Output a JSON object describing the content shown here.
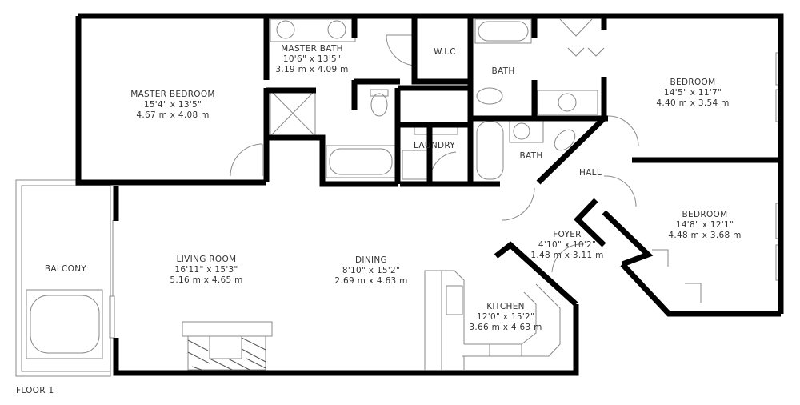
{
  "floor_label": "FLOOR 1",
  "colors": {
    "wall": "#000000",
    "fixture": "#888888",
    "text": "#333333",
    "background": "#ffffff"
  },
  "rooms": [
    {
      "id": "master_bedroom",
      "name": "MASTER BEDROOM",
      "imperial": "15'4\" x 13'5\"",
      "metric": "4.67 m x 4.08 m"
    },
    {
      "id": "master_bath",
      "name": "MASTER BATH",
      "imperial": "10'6\" x 13'5\"",
      "metric": "3.19 m x 4.09 m"
    },
    {
      "id": "wic",
      "name": "W.I.C"
    },
    {
      "id": "bath1",
      "name": "BATH"
    },
    {
      "id": "bedroom1",
      "name": "BEDROOM",
      "imperial": "14'5\" x 11'7\"",
      "metric": "4.40 m x 3.54 m"
    },
    {
      "id": "laundry",
      "name": "LAUNDRY"
    },
    {
      "id": "bath2",
      "name": "BATH"
    },
    {
      "id": "hall",
      "name": "HALL"
    },
    {
      "id": "bedroom2",
      "name": "BEDROOM",
      "imperial": "14'8\" x 12'1\"",
      "metric": "4.48 m x 3.68 m"
    },
    {
      "id": "foyer",
      "name": "FOYER",
      "imperial": "4'10\" x 10'2\"",
      "metric": "1.48 m x 3.11 m"
    },
    {
      "id": "balcony",
      "name": "BALCONY"
    },
    {
      "id": "living_room",
      "name": "LIVING ROOM",
      "imperial": "16'11\" x 15'3\"",
      "metric": "5.16 m x 4.65 m"
    },
    {
      "id": "dining",
      "name": "DINING",
      "imperial": "8'10\" x 15'2\"",
      "metric": "2.69 m x 4.63 m"
    },
    {
      "id": "kitchen",
      "name": "KITCHEN",
      "imperial": "12'0\" x 15'2\"",
      "metric": "3.66 m x 4.63 m"
    }
  ]
}
